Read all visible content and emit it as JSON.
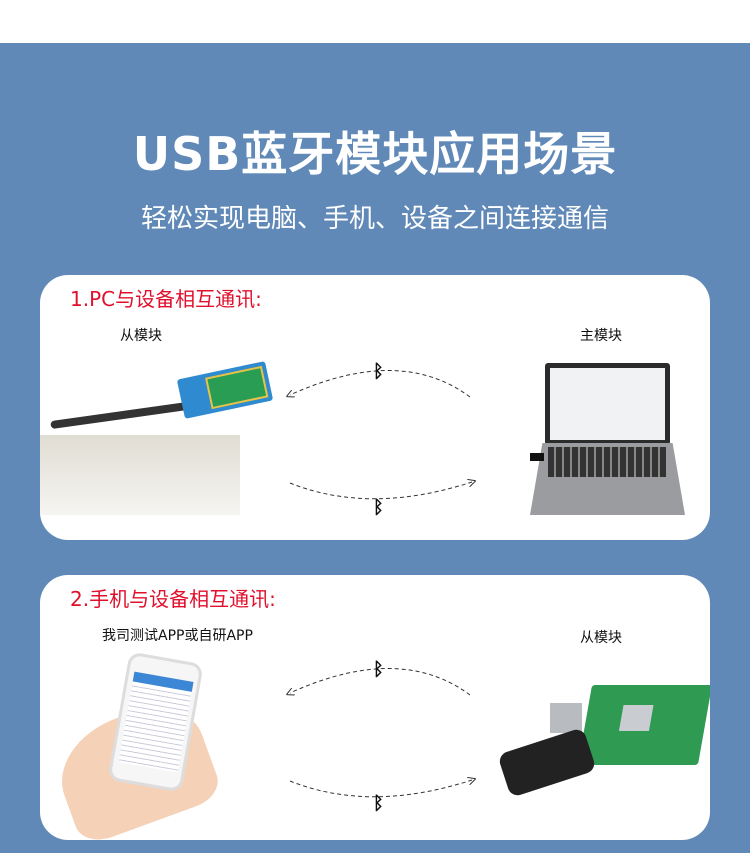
{
  "header": {
    "title": "USB蓝牙模块应用场景",
    "subtitle": "轻松实现电脑、手机、设备之间连接通信"
  },
  "scenarios": [
    {
      "heading": "1.PC与设备相互通讯:",
      "left_label": "从模块",
      "right_label": "主模块"
    },
    {
      "heading": "2.手机与设备相互通讯:",
      "left_label": "我司测试APP或自研APP",
      "right_label": "从模块"
    }
  ],
  "colors": {
    "background": "#6089b8",
    "heading": "#e0102c"
  },
  "icons": [
    "bluetooth-icon"
  ],
  "bt_glyph": "ᛒ"
}
